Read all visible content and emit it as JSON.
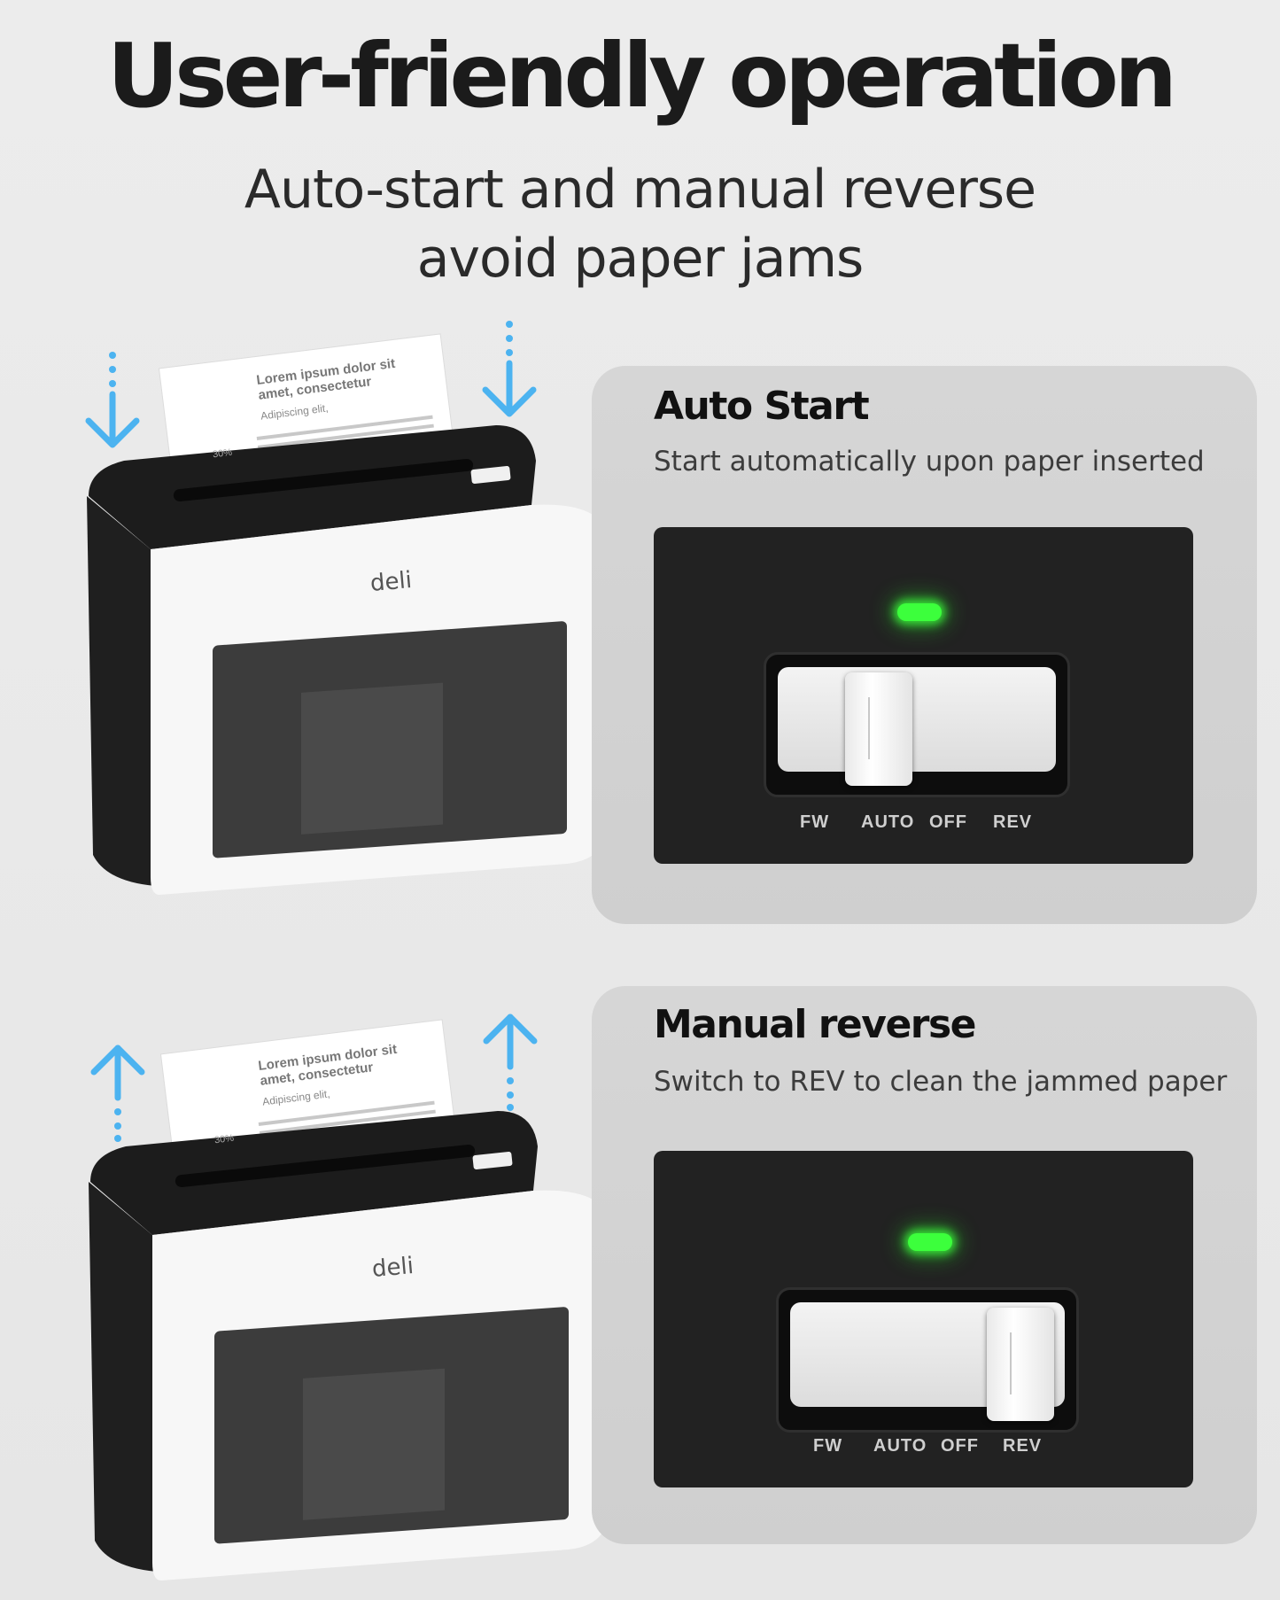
{
  "header": {
    "title": "User-friendly operation",
    "subtitle_line1": "Auto-start and manual reverse",
    "subtitle_line2": "avoid paper jams"
  },
  "product": {
    "brand": "deli",
    "paper_heading": "Lorem ipsum dolor sit amet, consectetur",
    "paper_sub": "Adipiscing elit,",
    "paper_badge": "30%"
  },
  "cards": [
    {
      "title": "Auto Start",
      "description": "Start automatically upon paper inserted",
      "switch_labels": [
        "FW",
        "AUTO",
        "OFF",
        "REV"
      ],
      "switch_position": "AUTO",
      "arrow_direction": "down"
    },
    {
      "title": "Manual reverse",
      "description": "Switch to REV to clean the jammed paper",
      "switch_labels": [
        "FW",
        "AUTO",
        "OFF",
        "REV"
      ],
      "switch_position": "REV",
      "arrow_direction": "up"
    }
  ],
  "colors": {
    "arrow": "#4cb3f0",
    "led": "#3cff3c",
    "panel": "#222222",
    "card": "#d3d3d3"
  }
}
